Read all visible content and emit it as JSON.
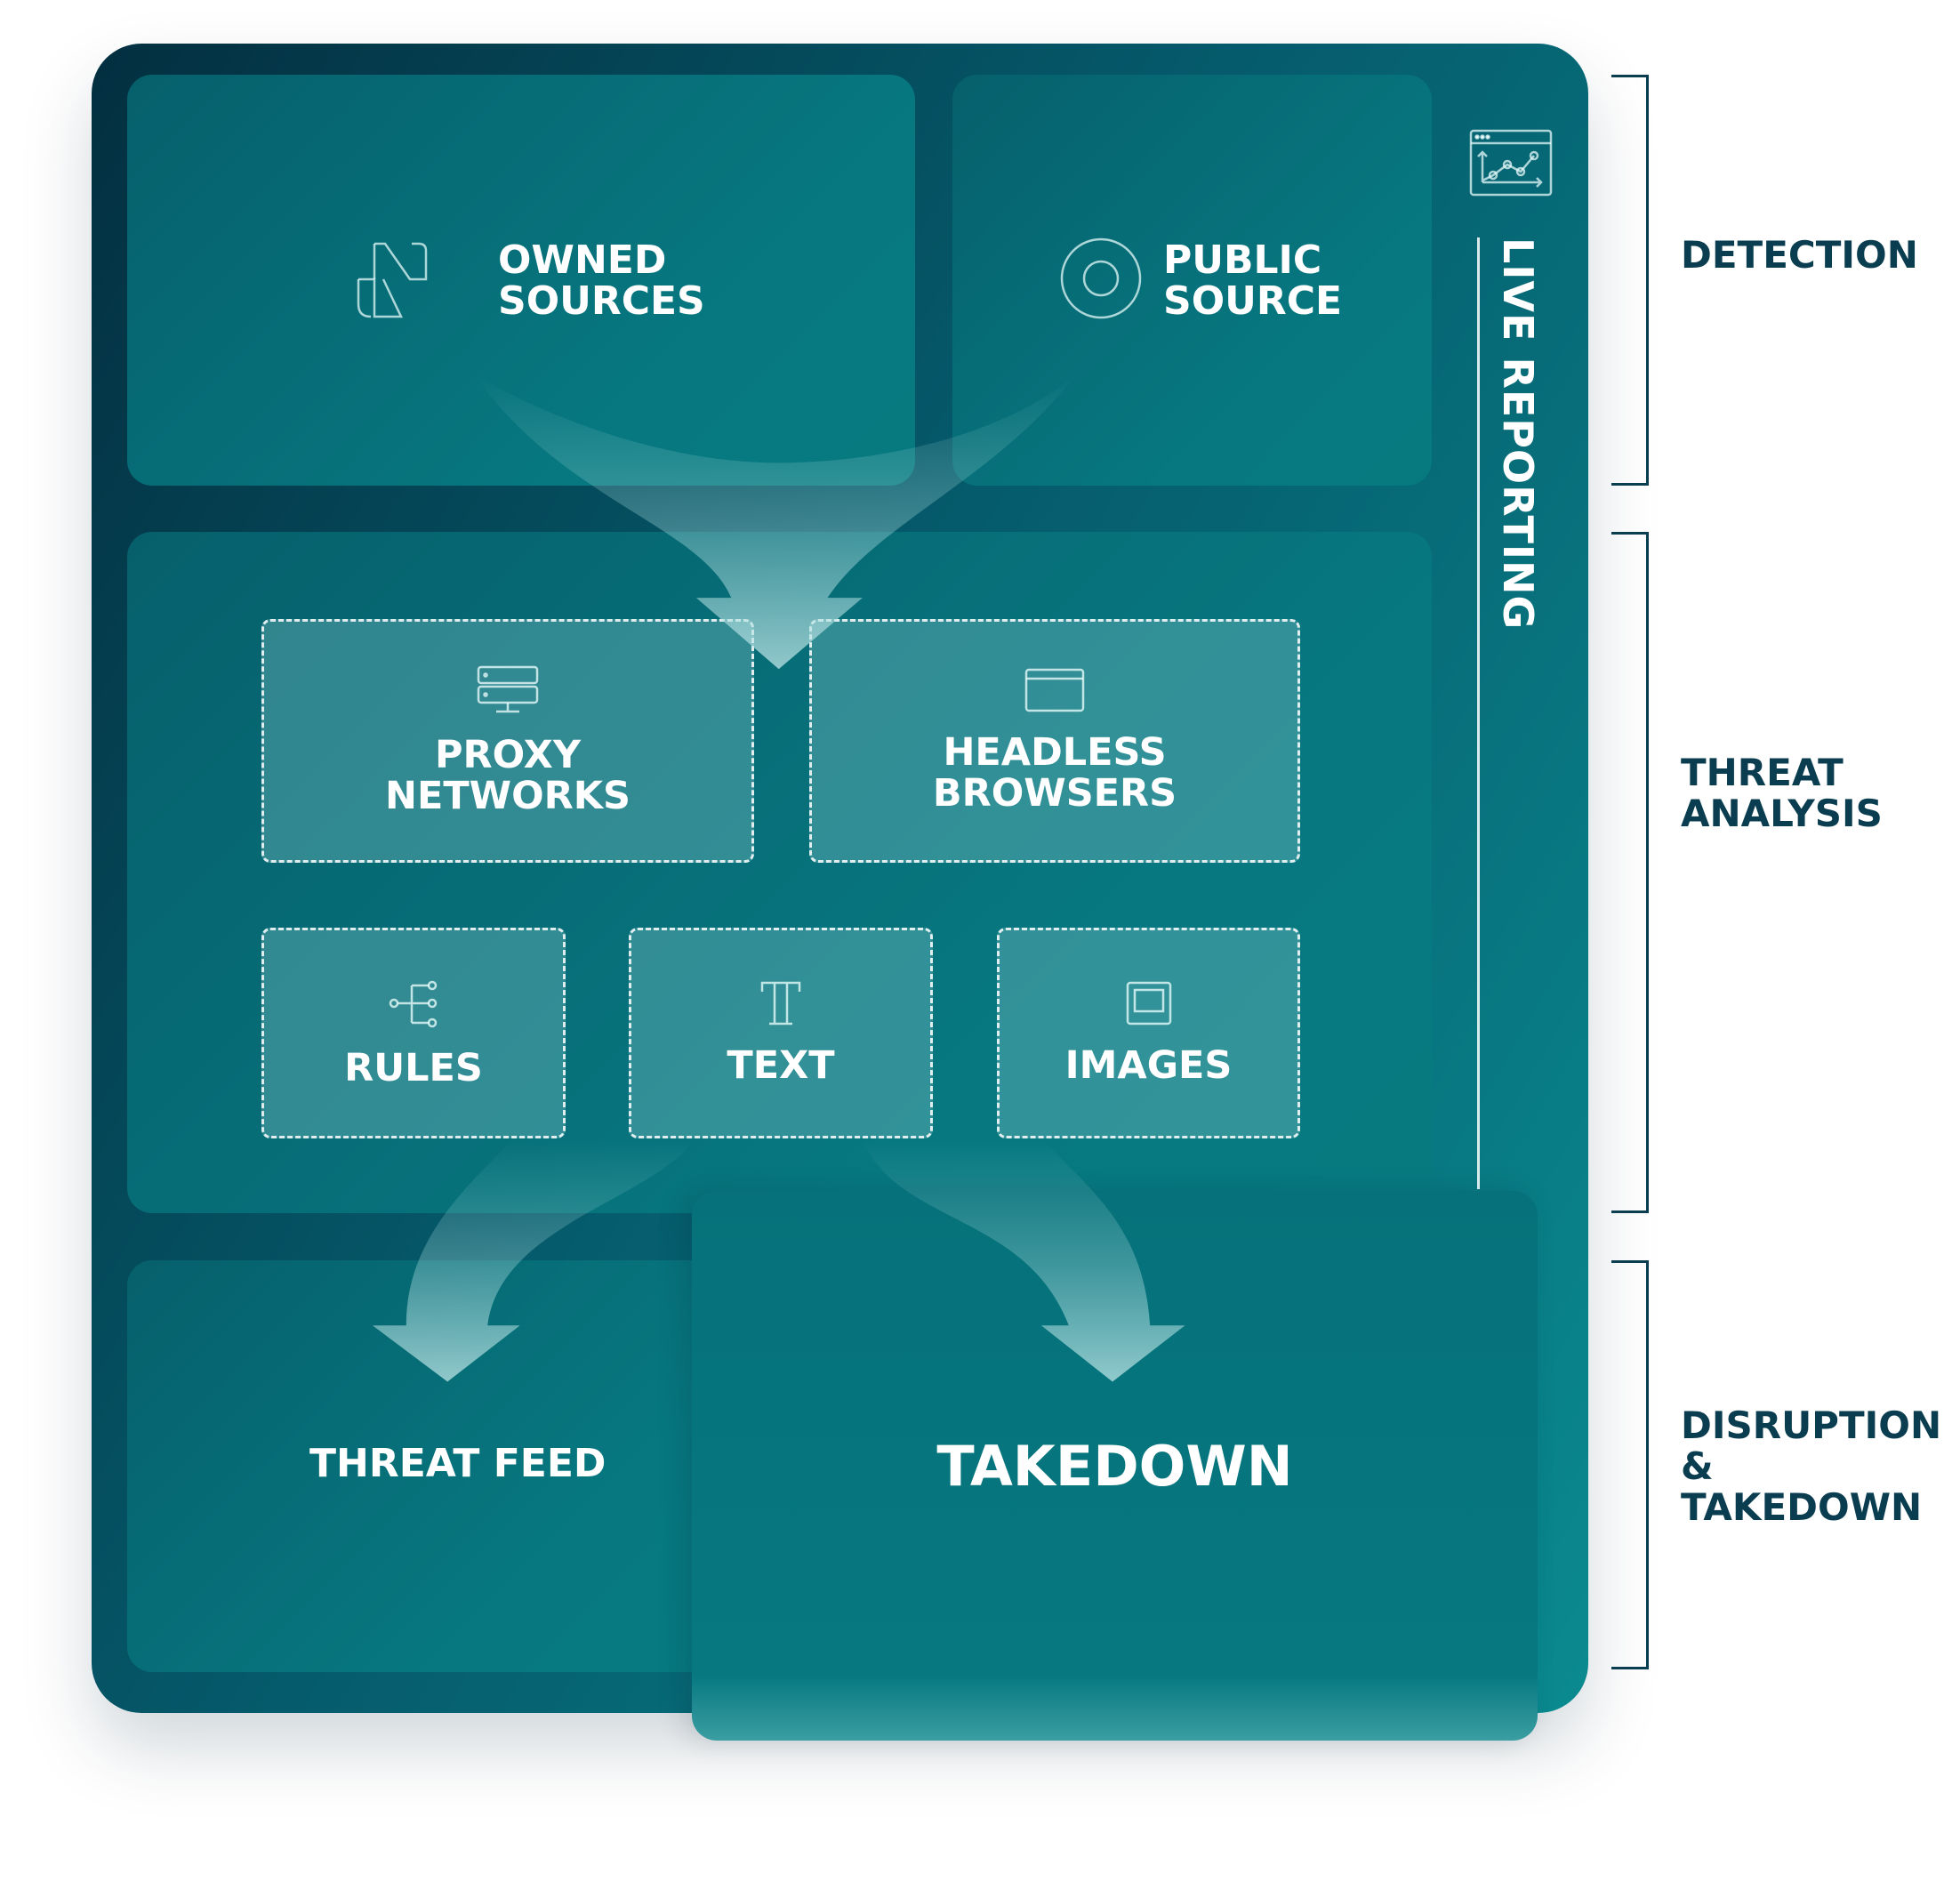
{
  "detection_stage": {
    "owned_sources": {
      "line1": "OWNED",
      "line2": "SOURCES",
      "icon": "owned-sources-logo-icon"
    },
    "public_source": {
      "line1": "PUBLIC",
      "line2": "SOURCE",
      "icon": "target-icon"
    }
  },
  "analysis_stage": {
    "proxy_networks": {
      "line1": "PROXY",
      "line2": "NETWORKS",
      "icon": "server-icon"
    },
    "headless_browsers": {
      "line1": "HEADLESS",
      "line2": "BROWSERS",
      "icon": "browser-window-icon"
    },
    "rules": {
      "label": "RULES",
      "icon": "branch-icon"
    },
    "text": {
      "label": "TEXT",
      "icon": "text-icon"
    },
    "images": {
      "label": "IMAGES",
      "icon": "image-frame-icon"
    }
  },
  "disruption_stage": {
    "threat_feed": "THREAT FEED",
    "takedown": "TAKEDOWN"
  },
  "live_reporting": {
    "label": "LIVE REPORTING",
    "icon": "chart-window-icon"
  },
  "side_labels": {
    "detection": "DETECTION",
    "threat_analysis_1": "THREAT",
    "threat_analysis_2": "ANALYSIS",
    "disruption_1": "DISRUPTION",
    "disruption_2": "& TAKEDOWN"
  },
  "colors": {
    "label": "#0b3d50",
    "panel_dark": "#032f40",
    "panel_light": "#0a8a8f"
  }
}
